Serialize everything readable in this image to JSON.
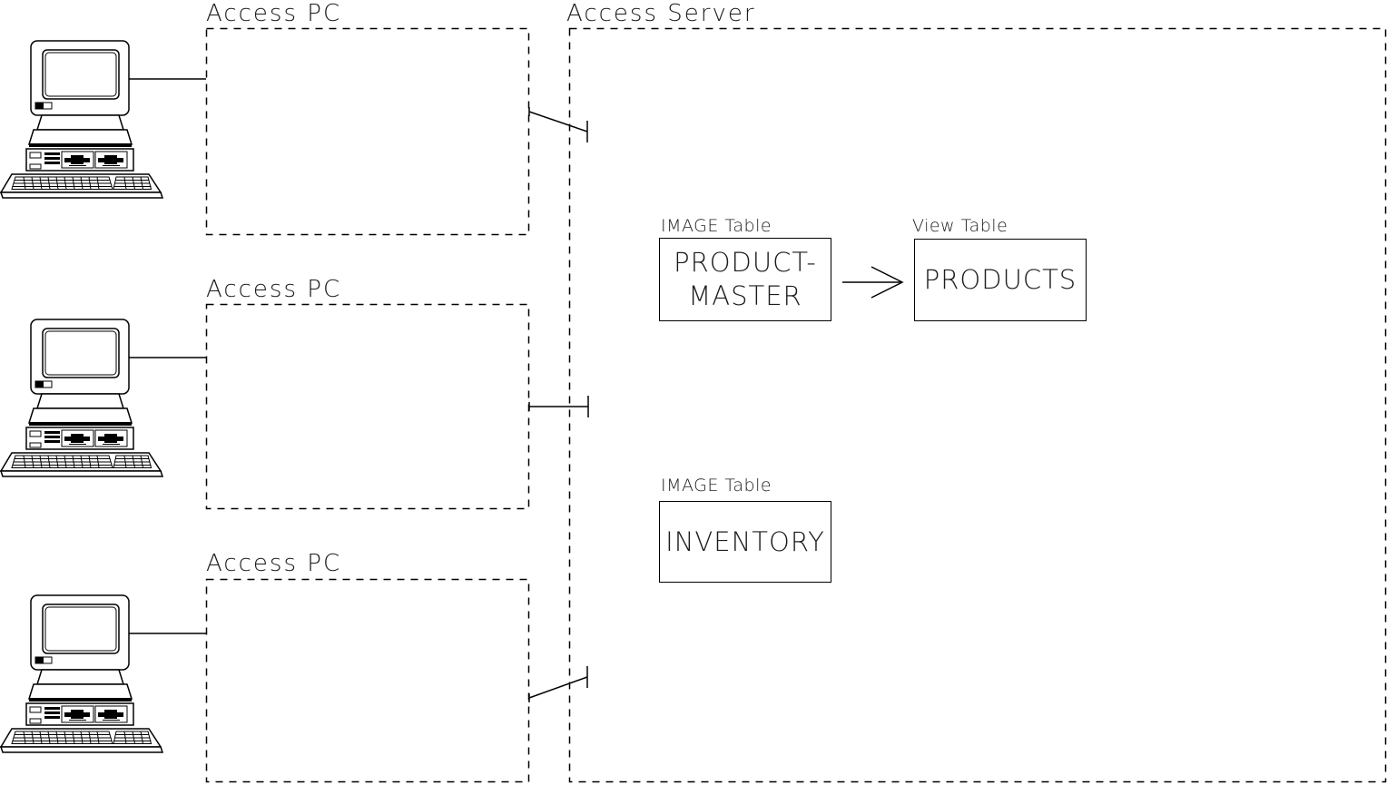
{
  "colors": {
    "background": "#ffffff",
    "line": "#000000"
  },
  "icons": {
    "computer": "desktop-computer-icon",
    "arrow": "right-open-arrow-icon",
    "terminator": "line-end-tick-icon"
  },
  "pc_areas": [
    {
      "label": "Access PC"
    },
    {
      "label": "Access PC"
    },
    {
      "label": "Access PC"
    }
  ],
  "server_area": {
    "label": "Access Server",
    "product_master": {
      "caption": "IMAGE Table",
      "name": "PRODUCT-\nMASTER"
    },
    "products": {
      "caption": "View Table",
      "name": "PRODUCTS"
    },
    "inventory": {
      "caption": "IMAGE Table",
      "name": "INVENTORY"
    }
  }
}
